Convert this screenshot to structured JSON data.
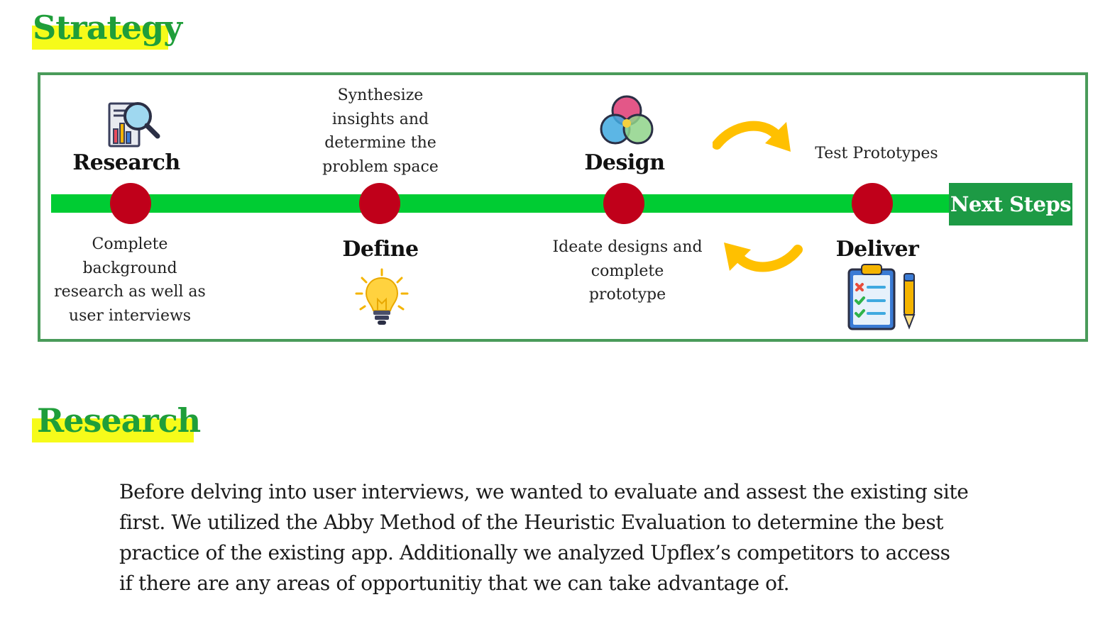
{
  "colors": {
    "heading_text": "#1f9e3a",
    "highlight": "#f6fb1a",
    "frame_border": "#4a9b5a",
    "timeline": "#00cc33",
    "node": "#c0001a",
    "next_box": "#1d9a45",
    "arrow": "#ffc000"
  },
  "strategy_heading": "Strategy",
  "next_steps_label": "Next Steps",
  "stages": [
    {
      "title": "Research",
      "description": [
        "Complete",
        "background",
        "research as well as",
        "user interviews"
      ],
      "icon": "magnifier-report-icon"
    },
    {
      "title": "Define",
      "description": [
        "Synthesize",
        "insights and",
        "determine the",
        "problem space"
      ],
      "icon": "lightbulb-icon"
    },
    {
      "title": "Design",
      "description": [
        "Ideate designs and",
        "complete",
        "prototype"
      ],
      "icon": "color-circles-icon"
    },
    {
      "title": "Deliver",
      "description": [
        "Test Prototypes"
      ],
      "icon": "clipboard-checklist-icon"
    }
  ],
  "research_heading": "Research",
  "research_paragraph": [
    "Before delving into user interviews, we wanted to evaluate and assest the existing site",
    "first. We utilized the Abby Method of the Heuristic Evaluation to determine the best",
    "practice of the existing app. Additionally we analyzed Upflex’s competitors to access",
    "if there are any areas of opportunitiy that we can take advantage of."
  ]
}
